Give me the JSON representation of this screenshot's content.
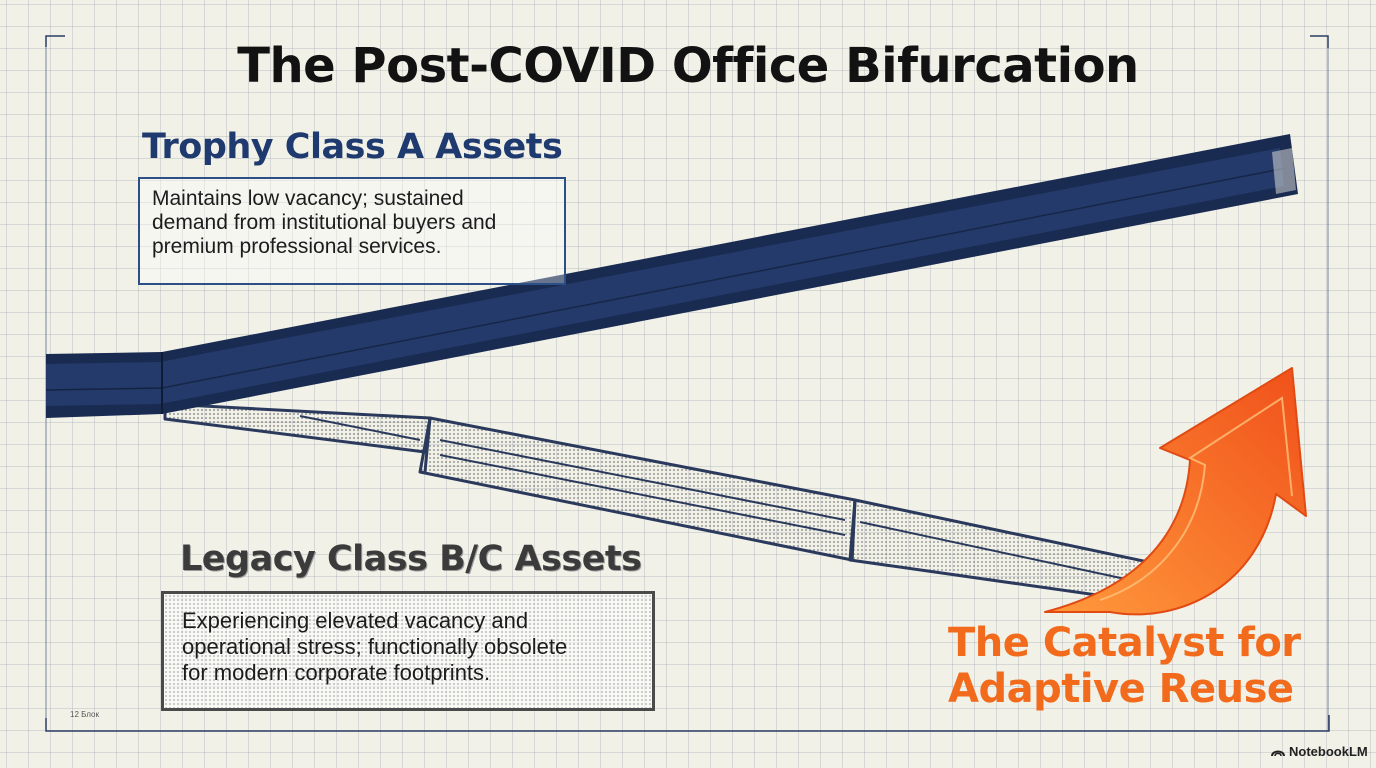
{
  "title": "The Post-COVID Office Bifurcation",
  "trophy": {
    "heading": "Trophy Class A Assets",
    "lines": [
      "Maintains low vacancy; sustained",
      "demand from institutional buyers and",
      "premium professional services."
    ]
  },
  "legacy": {
    "heading": "Legacy Class B/C Assets",
    "lines": [
      "Experiencing elevated vacancy and",
      "operational stress; functionally obsolete",
      "for modern corporate footprints."
    ]
  },
  "catalyst": {
    "lines": [
      "The Catalyst for",
      "Adaptive Reuse"
    ]
  },
  "scale_note": "12 Блок",
  "brand": "NotebookLM",
  "colors": {
    "navy_beam": "#1a2b52",
    "trophy_text": "#1e3a6e",
    "catalyst_orange": "#f26a1b",
    "grid_paper": "#f1f1e8"
  }
}
